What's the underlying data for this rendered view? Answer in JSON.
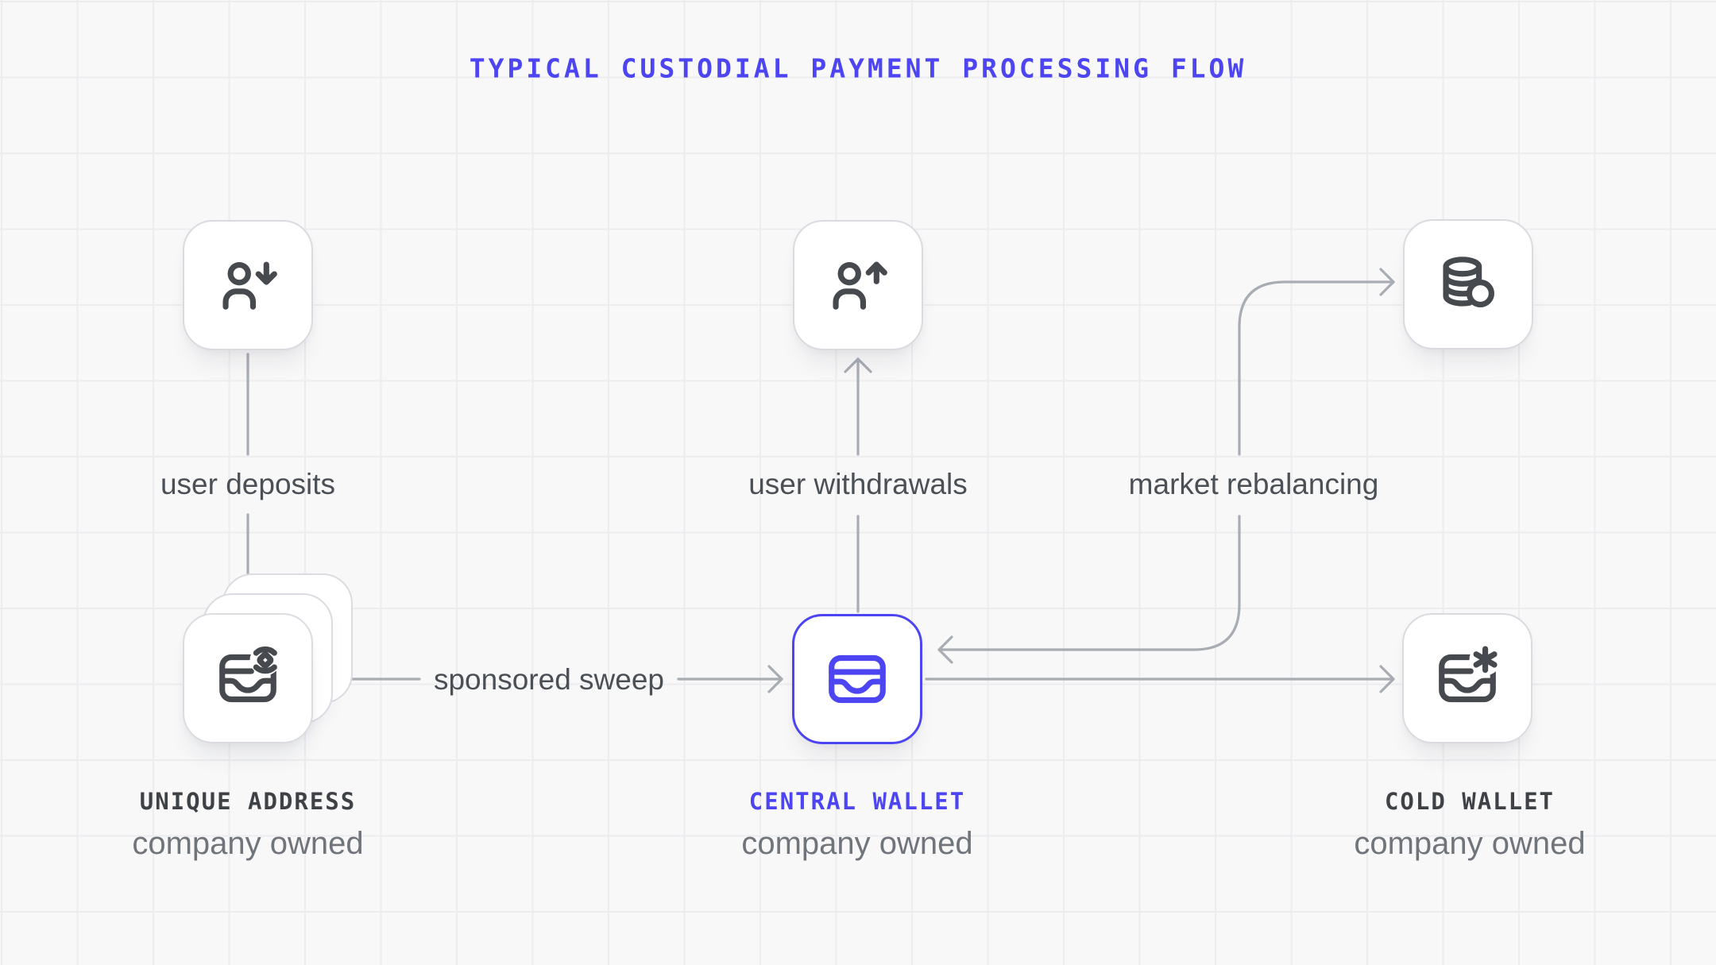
{
  "title": "TYPICAL CUSTODIAL PAYMENT PROCESSING FLOW",
  "colors": {
    "accent": "#4c45f1",
    "background": "#f8f8f9",
    "grid_line": "#ededf0",
    "node_border": "#dadbe0",
    "icon_stroke": "#46494e",
    "arrow": "#a8acb3",
    "flow_label_text": "#4b5056",
    "node_title_text": "#3e4247",
    "node_subtitle_text": "#70747b"
  },
  "icons": {
    "user_deposit": "user-arrow-down-icon",
    "user_withdrawal": "user-arrow-up-icon",
    "market": "coin-stack-icon",
    "unique_address": "wallet-scan-badge-icon",
    "central_wallet": "wallet-icon",
    "cold_wallet": "wallet-snowflake-icon"
  },
  "nodes": {
    "unique_address": {
      "title": "UNIQUE ADDRESS",
      "subtitle": "company owned"
    },
    "central_wallet": {
      "title": "CENTRAL WALLET",
      "subtitle": "company owned"
    },
    "cold_wallet": {
      "title": "COLD WALLET",
      "subtitle": "company owned"
    }
  },
  "edges": {
    "user_deposits": {
      "label": "user deposits"
    },
    "user_withdrawals": {
      "label": "user withdrawals"
    },
    "sponsored_sweep": {
      "label": "sponsored sweep"
    },
    "market_rebalancing": {
      "label": "market rebalancing"
    }
  }
}
